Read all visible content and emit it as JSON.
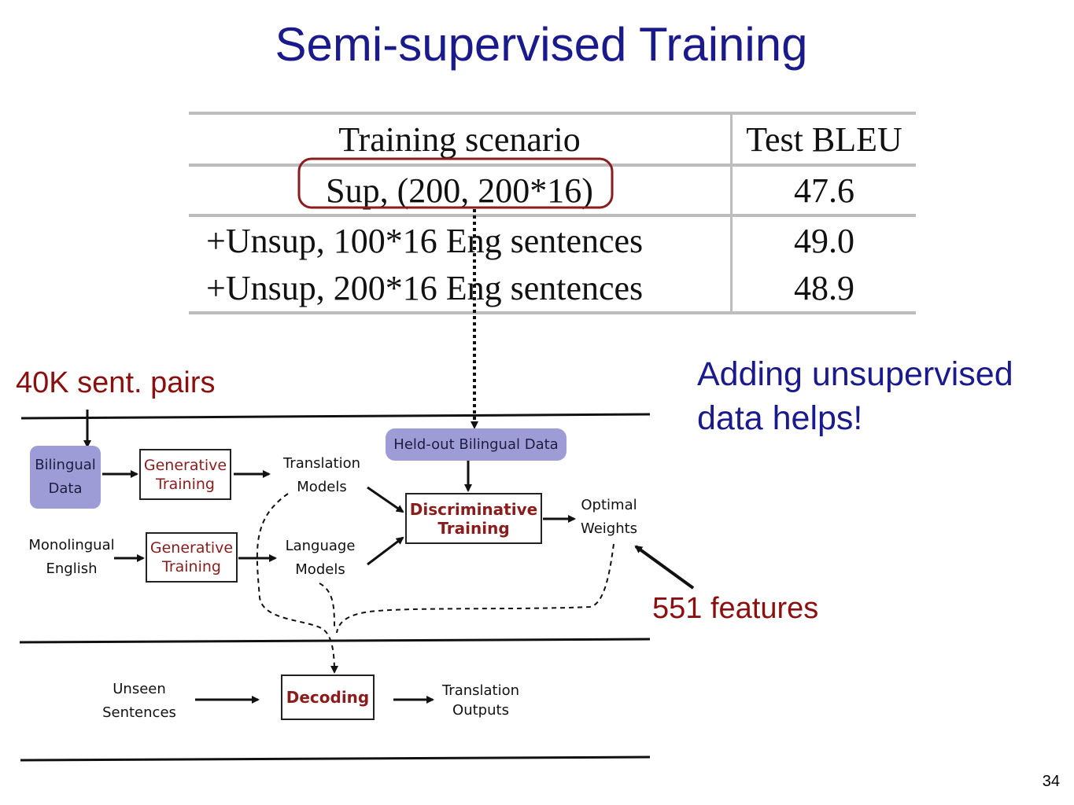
{
  "slide": {
    "title": "Semi-supervised Training",
    "page_number": "34"
  },
  "table": {
    "headers": [
      "Training scenario",
      "Test BLEU"
    ],
    "rows": [
      {
        "scenario": "Sup, (200, 200*16)",
        "bleu": "47.6"
      },
      {
        "scenario": "+Unsup, 100*16 Eng sentences",
        "bleu": "49.0"
      },
      {
        "scenario": "+Unsup, 200*16 Eng sentences",
        "bleu": "48.9"
      }
    ]
  },
  "annotations": {
    "sent_pairs": "40K sent. pairs",
    "features": "551 features",
    "unsup_l1": "Adding unsupervised",
    "unsup_l2": "data helps!"
  },
  "diagram": {
    "bilingual_l1": "Bilingual",
    "bilingual_l2": "Data",
    "gen1_l1": "Generative",
    "gen1_l2": "Training",
    "trans_models_l1": "Translation",
    "trans_models_l2": "Models",
    "heldout": "Held-out Bilingual Data",
    "disc_l1": "Discriminative",
    "disc_l2": "Training",
    "optimal_l1": "Optimal",
    "optimal_l2": "Weights",
    "mono_l1": "Monolingual",
    "mono_l2": "English",
    "gen2_l1": "Generative",
    "gen2_l2": "Training",
    "lang_models_l1": "Language",
    "lang_models_l2": "Models",
    "unseen_l1": "Unseen",
    "unseen_l2": "Sentences",
    "decoding": "Decoding",
    "trans_out_l1": "Translation",
    "trans_out_l2": "Outputs"
  },
  "colors": {
    "title": "#1a1a8c",
    "annotation_red": "#8b0f0f",
    "box_text": "#8b1c1c",
    "pill": "#9e9cd6",
    "highlight_ring": "#8b1c1c"
  }
}
